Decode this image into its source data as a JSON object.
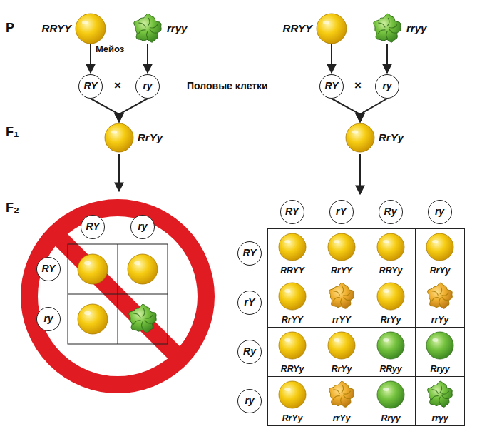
{
  "diagram": {
    "nodes": [
      {
        "text": [
          "RRYY"
        ]
      },
      {
        "text": [
          "rryy"
        ]
      },
      {
        "text": [
          "RY"
        ]
      },
      {
        "text": [
          "ry"
        ]
      },
      {
        "text": [
          "RrYy"
        ]
      },
      {
        "text": [
          "RRYY"
        ]
      },
      {
        "text": [
          "rryy"
        ]
      },
      {
        "text": [
          "RY"
        ]
      },
      {
        "text": [
          "ry"
        ]
      },
      {
        "text": [
          "RrYy"
        ]
      },
      {
        "text": [
          "RY"
        ]
      },
      {
        "text": [
          "ry"
        ]
      },
      {
        "text": [
          "RY"
        ]
      },
      {
        "text": [
          "ry"
        ]
      },
      {
        "text": [
          "RY"
        ]
      },
      {
        "text": [
          "rY"
        ]
      },
      {
        "text": [
          "Ry"
        ]
      },
      {
        "text": [
          "ry"
        ]
      },
      {
        "text": [
          "RY"
        ]
      },
      {
        "text": [
          "rY"
        ]
      },
      {
        "text": [
          "Ry"
        ]
      },
      {
        "text": [
          "ry"
        ]
      },
      {
        "text": [
          "RRYY"
        ]
      },
      {
        "text": [
          "RrYY"
        ]
      },
      {
        "text": [
          "RRYy"
        ]
      },
      {
        "text": [
          "RrYy"
        ]
      },
      {
        "text": [
          "RrYY"
        ]
      },
      {
        "text": [
          "rrYY"
        ]
      },
      {
        "text": [
          "RrYy"
        ]
      },
      {
        "text": [
          "rrYy"
        ]
      },
      {
        "text": [
          "RRYy"
        ]
      },
      {
        "text": [
          "RrYy"
        ]
      },
      {
        "text": [
          "RRyy"
        ]
      },
      {
        "text": [
          "Rryy"
        ]
      },
      {
        "text": [
          "RrYy"
        ]
      },
      {
        "text": [
          "rrYy"
        ]
      },
      {
        "text": [
          "Rryy"
        ]
      },
      {
        "text": [
          "rryy"
        ]
      }
    ],
    "edges": [
      {
        "from": 0,
        "to": 2,
        "arrow": "to"
      },
      {
        "from": 1,
        "to": 3,
        "arrow": "to"
      },
      {
        "from": 2,
        "to": 4,
        "arrow": "to"
      },
      {
        "from": 3,
        "to": 4,
        "arrow": "to"
      },
      {
        "from": 5,
        "to": 7,
        "arrow": "to"
      },
      {
        "from": 6,
        "to": 8,
        "arrow": "to"
      },
      {
        "from": 7,
        "to": 9,
        "arrow": "to"
      },
      {
        "from": 8,
        "to": 9,
        "arrow": "to"
      }
    ],
    "labels": [
      "P",
      "Мейоз",
      "×",
      "Половые клетки",
      "×",
      "F₁",
      "F₂"
    ]
  }
}
